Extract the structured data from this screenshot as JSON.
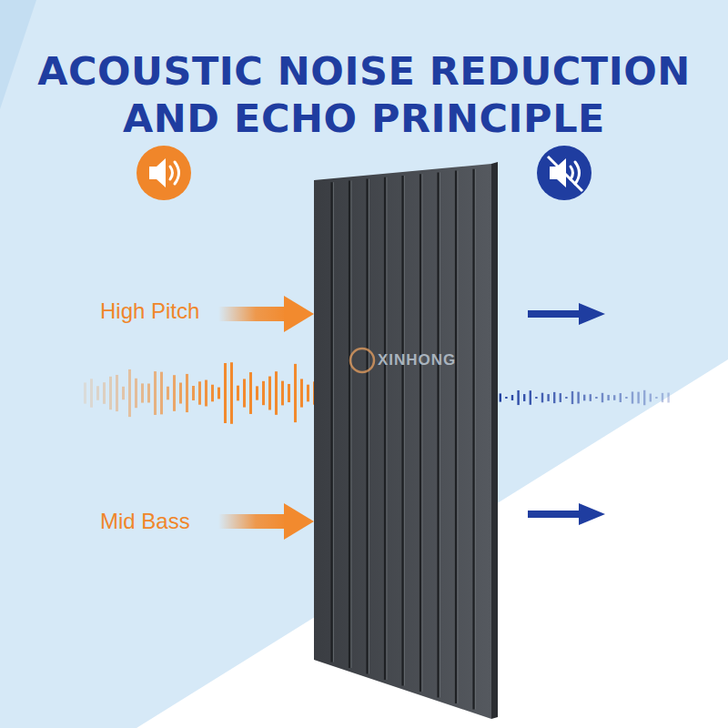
{
  "diagram": {
    "title": "ACOUSTIC NOISE REDUCTION AND ECHO PRINCIPLE",
    "labels": [
      "High Pitch",
      "Mid Bass",
      "XINHONG"
    ]
  }
}
